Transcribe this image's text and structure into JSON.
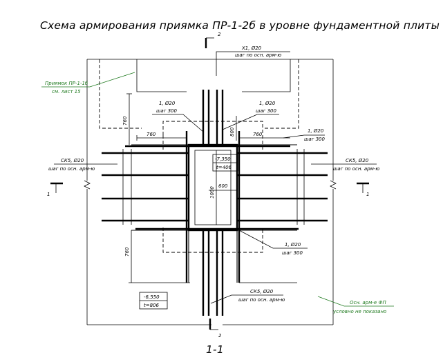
{
  "title": "Схема армирования приямка ПР-1-2б в уровне фундаментной плиты",
  "section_bottom": "1-1",
  "cut_labels": {
    "left": "1",
    "right": "1",
    "top": "2",
    "bottom": "2"
  },
  "labels": {
    "x1_name": "Х1, Ø20",
    "x1_step": "шаг по осн. арм-ю",
    "pit_ref_name": "Приямок ПР-1-1б",
    "pit_ref_sheet": "см. лист 15",
    "bar_tl_name": "1, Ø20",
    "bar_tl_step": "шаг 300",
    "bar_tr_name": "1, Ø20",
    "bar_tr_step": "шаг 300",
    "bar_r_name": "1, Ø20",
    "bar_r_step": "шаг 300",
    "bar_br_name": "1, Ø20",
    "bar_br_step": "шаг 300",
    "ck5_left_name": "СК5, Ø20",
    "ck5_left_step": "шаг по осн. арм-ю",
    "ck5_right_name": "СК5, Ø20",
    "ck5_right_step": "шаг по осн. арм-ю",
    "ck5_bottom_name": "СК5, Ø20",
    "ck5_bottom_step": "шаг по осн. арм-ю",
    "main_rebar_name": "Осн. арм-е ФП",
    "main_rebar_note": "условно не показано"
  },
  "dimensions": {
    "d760_vertical_left": "760",
    "d760_horizontal_left": "760",
    "d800": "800",
    "d760_horizontal_right": "760",
    "d600": "600",
    "d1000": "1000",
    "d760_vertical_bottom": "760"
  },
  "elevations": {
    "center_level": "-7,350",
    "center_thickness": "t=406",
    "corner_level": "-6,550",
    "corner_thickness": "t=806"
  },
  "colors": {
    "leader_green": "#1f7a1f",
    "line": "#000000"
  }
}
